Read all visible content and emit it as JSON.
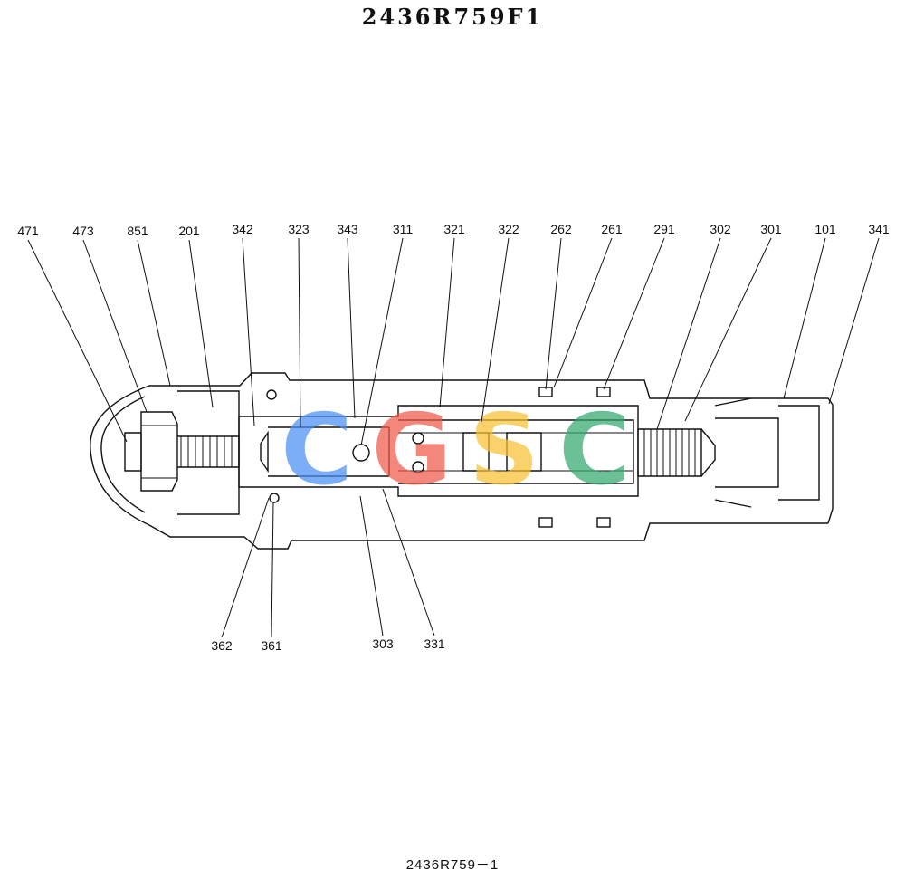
{
  "title": "2436R759F1",
  "footer": "2436R759－1",
  "watermark": {
    "letters": [
      "C",
      "G",
      "S",
      "C"
    ],
    "colors": [
      "#4a8ef5",
      "#ef5a4a",
      "#f7c234",
      "#34a86e"
    ]
  },
  "part_labels": {
    "top": [
      "471",
      "473",
      "851",
      "201",
      "342",
      "323",
      "343",
      "311",
      "321",
      "322",
      "262",
      "261",
      "291",
      "302",
      "301",
      "101",
      "341"
    ],
    "bottom": [
      "362",
      "361",
      "303",
      "331"
    ]
  }
}
